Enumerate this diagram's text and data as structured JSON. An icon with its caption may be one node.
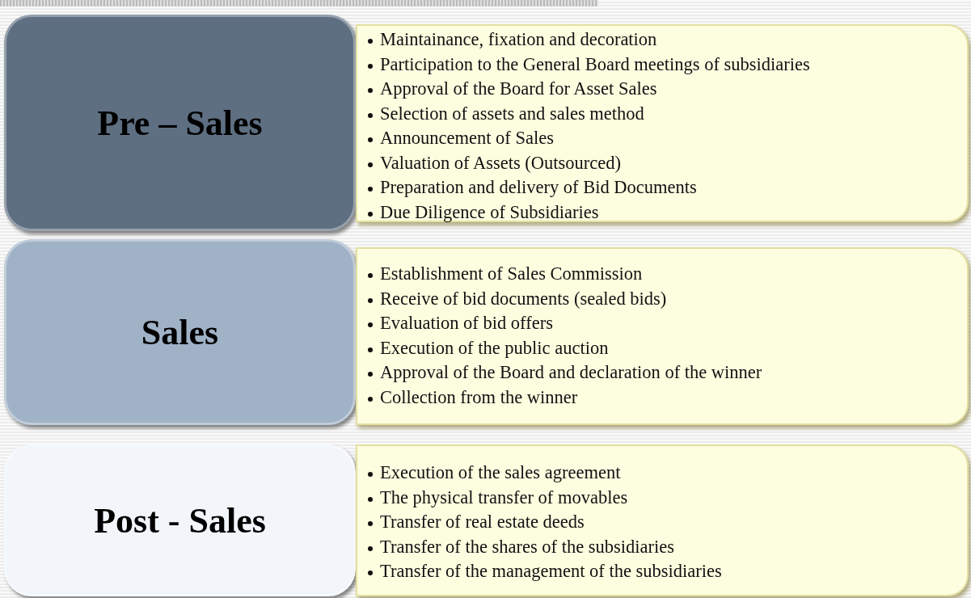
{
  "diagram": {
    "nodes": [
      {
        "text": [
          "Pre – Sales"
        ]
      },
      {
        "text": [
          "Maintainance, fixation and decoration",
          "Participation to the General Board meetings of subsidiaries",
          "Approval of the Board for Asset Sales",
          "Selection of assets  and sales method",
          "Announcement of Sales",
          "Valuation of Assets (Outsourced)",
          "Preparation and delivery of Bid Documents",
          "Due Diligence of Subsidiaries"
        ]
      },
      {
        "text": [
          "Sales"
        ]
      },
      {
        "text": [
          "Establishment of Sales Commission",
          "Receive of bid documents (sealed bids)",
          "Evaluation of bid offers",
          "Execution of the public auction",
          "Approval of the Board and declaration of the winner",
          "Collection from the winner"
        ]
      },
      {
        "text": [
          "Post - Sales"
        ]
      },
      {
        "text": [
          "Execution of the sales agreement",
          "The physical transfer of movables",
          "Transfer of real estate deeds",
          "Transfer of the shares of the subsidiaries",
          "Transfer of the management of the subsidiaries"
        ]
      }
    ]
  }
}
